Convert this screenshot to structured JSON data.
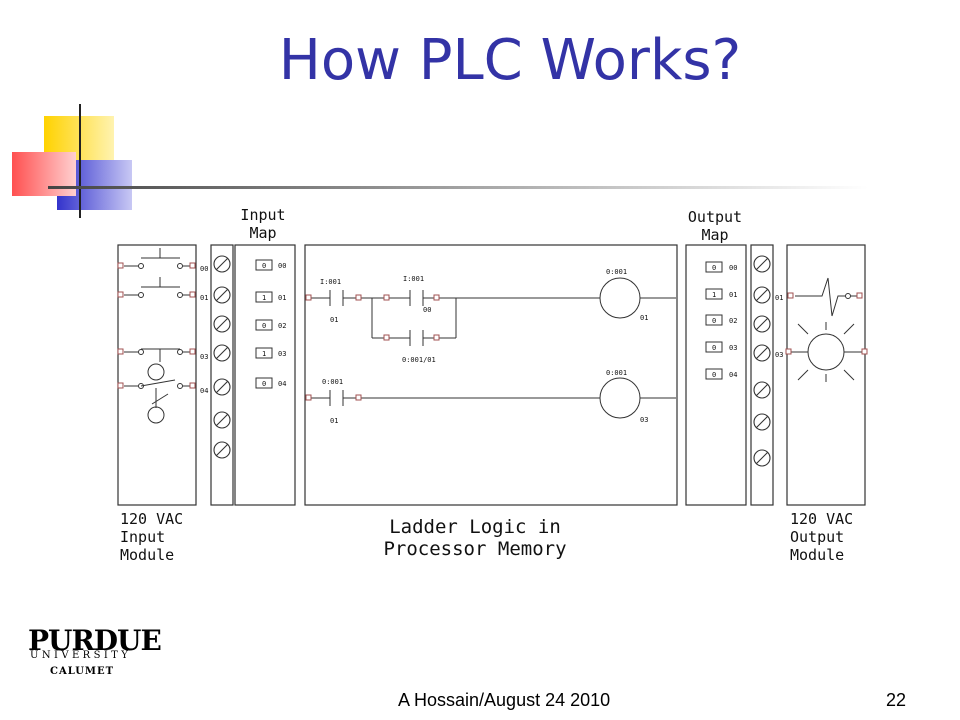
{
  "slide": {
    "title": "How PLC Works?",
    "footer_text": "A Hossain/August 24 2010",
    "page_number": "22"
  },
  "logo": {
    "name": "PURDUE",
    "university": "UNIVERSITY",
    "campus": "CALUMET"
  },
  "diagram": {
    "input_map_label": [
      "Input",
      "Map"
    ],
    "output_map_label": [
      "Output",
      "Map"
    ],
    "input_module_label": [
      "120 VAC",
      "Input",
      "Module"
    ],
    "output_module_label": [
      "120 VAC",
      "Output",
      "Module"
    ],
    "processor_label": [
      "Ladder Logic in",
      "Processor Memory"
    ],
    "input_terminals": [
      "00",
      "01",
      "03",
      "04"
    ],
    "input_map_rows": [
      {
        "bit": "0",
        "addr": "00"
      },
      {
        "bit": "1",
        "addr": "01"
      },
      {
        "bit": "0",
        "addr": "02"
      },
      {
        "bit": "1",
        "addr": "03"
      },
      {
        "bit": "0",
        "addr": "04"
      }
    ],
    "output_map_rows": [
      {
        "bit": "0",
        "addr": "00"
      },
      {
        "bit": "1",
        "addr": "01"
      },
      {
        "bit": "0",
        "addr": "02"
      },
      {
        "bit": "0",
        "addr": "03"
      },
      {
        "bit": "0",
        "addr": "04"
      }
    ],
    "output_terminals": [
      "01",
      "03"
    ],
    "ladder": {
      "rung1_contact1_tag": "I:001",
      "rung1_contact1_bit": "01",
      "rung1_contact2_tag": "I:001",
      "rung1_contact2_bit": "00",
      "rung1_branch_tag": "0:001/01",
      "rung1_coil_tag": "0:001",
      "rung1_coil_bit": "01",
      "rung2_contact_tag": "0:001",
      "rung2_contact_bit": "01",
      "rung2_coil_tag": "0:001",
      "rung2_coil_bit": "03"
    }
  }
}
